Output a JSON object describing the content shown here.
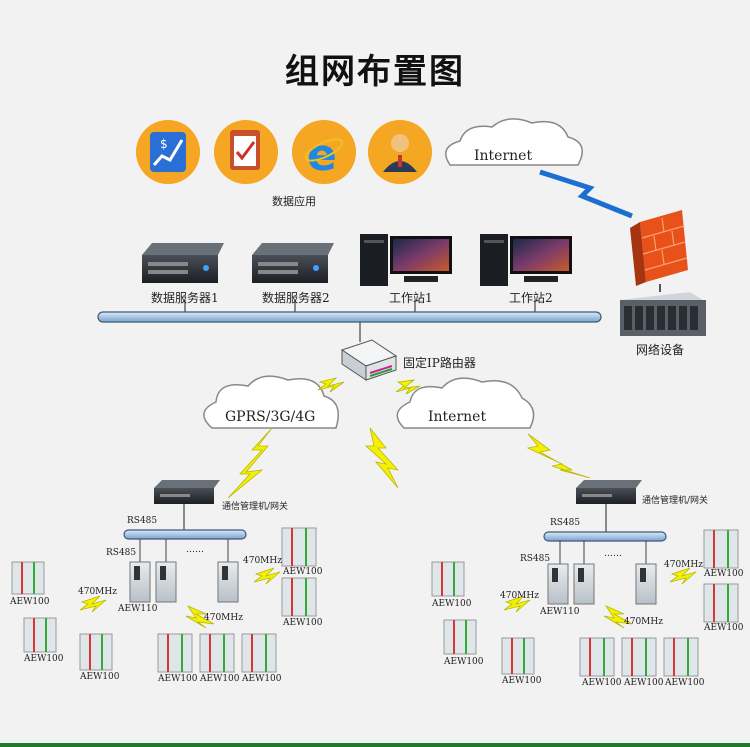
{
  "title": "组网布置图",
  "apps": {
    "label": "数据应用",
    "icons": [
      "stock-chart-icon",
      "checklist-icon",
      "browser-e-icon",
      "person-icon"
    ]
  },
  "clouds": {
    "top_internet": "Internet",
    "gprs": "GPRS/3G/4G",
    "mid_internet": "Internet"
  },
  "servers": {
    "server1": "数据服务器1",
    "server2": "数据服务器2",
    "workstation1": "工作站1",
    "workstation2": "工作站2"
  },
  "network_device": "网络设备",
  "router": "固定IP路由器",
  "left_cluster": {
    "gateway": "通信管理机/网关",
    "rs485_top": "RS485",
    "rs485_left": "RS485",
    "dots": "……",
    "mhz_right": "470MHz",
    "mhz_left": "470MHz",
    "mhz_mid": "470MHz",
    "aew110": "AEW110",
    "aew100": "AEW100"
  },
  "right_cluster": {
    "gateway": "通信管理机/网关",
    "rs485_top": "RS485",
    "rs485_left": "RS485",
    "dots": "……",
    "mhz_right": "470MHz",
    "mhz_left": "470MHz",
    "mhz_mid": "470MHz",
    "aew110": "AEW110",
    "aew100": "AEW100"
  },
  "colors": {
    "bus": "#b9d4ee",
    "bus_border": "#3c5a78",
    "lightning": "#f4f000",
    "lightning_blue": "#1c6fd0",
    "app_circle": "#f5a623",
    "firewall": "#e8521a",
    "bottom_bar": "#1f7a2e"
  }
}
